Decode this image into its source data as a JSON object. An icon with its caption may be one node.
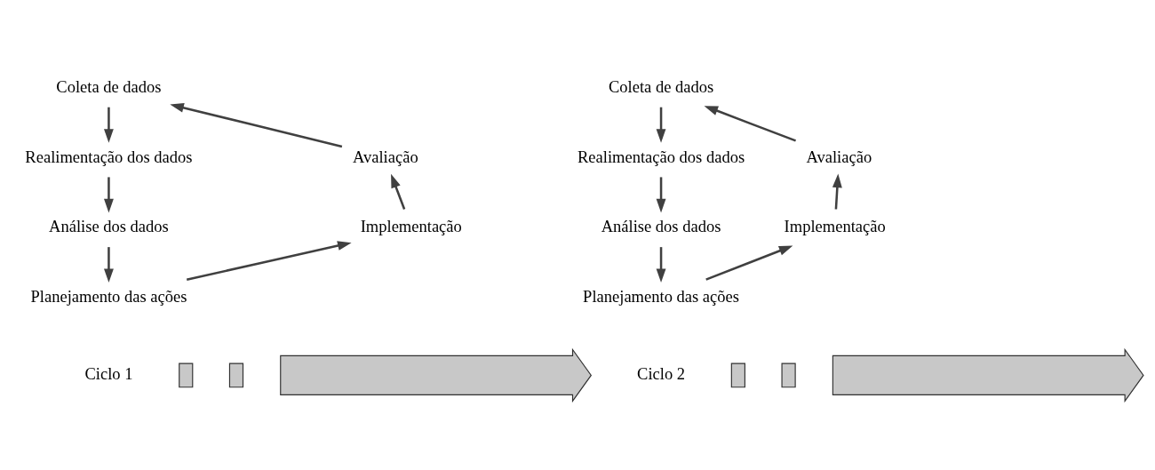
{
  "diagram": {
    "nodes": [
      {
        "text": [
          "Coleta de dados"
        ]
      },
      {
        "text": [
          "Realimentação dos dados"
        ]
      },
      {
        "text": [
          "Análise dos dados"
        ]
      },
      {
        "text": [
          "Planejamento das ações"
        ]
      },
      {
        "text": [
          "Implementação"
        ]
      },
      {
        "text": [
          "Avaliação"
        ]
      },
      {
        "text": [
          "Ciclo 1"
        ]
      },
      {
        "text": [],
        "shape": "box"
      },
      {
        "text": [],
        "shape": "box"
      },
      {
        "text": [],
        "shape": "arrow"
      },
      {
        "text": [
          "Coleta de dados"
        ]
      },
      {
        "text": [
          "Realimentação dos dados"
        ]
      },
      {
        "text": [
          "Análise dos dados"
        ]
      },
      {
        "text": [
          "Planejamento das ações"
        ]
      },
      {
        "text": [
          "Implementação"
        ]
      },
      {
        "text": [
          "Avaliação"
        ]
      },
      {
        "text": [
          "Ciclo 2"
        ]
      },
      {
        "text": [],
        "shape": "box"
      },
      {
        "text": [],
        "shape": "box"
      },
      {
        "text": [],
        "shape": "arrow"
      }
    ],
    "edges": [
      {
        "from": 0,
        "to": 1,
        "arrow": "to"
      },
      {
        "from": 1,
        "to": 2,
        "arrow": "to"
      },
      {
        "from": 2,
        "to": 3,
        "arrow": "to"
      },
      {
        "from": 3,
        "to": 4,
        "arrow": "to"
      },
      {
        "from": 4,
        "to": 5,
        "arrow": "to"
      },
      {
        "from": 5,
        "to": 0,
        "arrow": "to"
      },
      {
        "from": 10,
        "to": 11,
        "arrow": "to"
      },
      {
        "from": 11,
        "to": 12,
        "arrow": "to"
      },
      {
        "from": 12,
        "to": 13,
        "arrow": "to"
      },
      {
        "from": 13,
        "to": 14,
        "arrow": "to"
      },
      {
        "from": 14,
        "to": 15,
        "arrow": "to"
      },
      {
        "from": 15,
        "to": 10,
        "arrow": "to"
      }
    ]
  }
}
